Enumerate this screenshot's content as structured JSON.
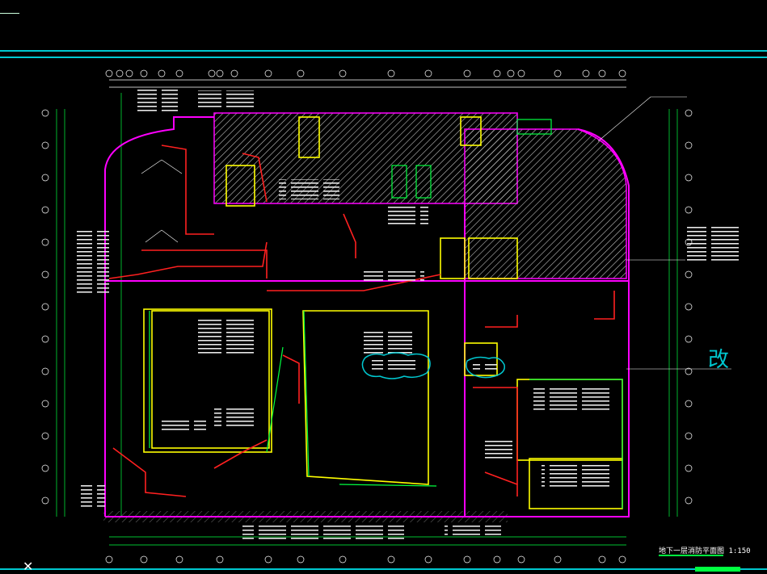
{
  "app": {
    "window": "CAD drawing viewport"
  },
  "drawing": {
    "revision_mark": "改",
    "title": "地下一层消防平面图",
    "scale": "1:150",
    "ucs_icon": "✕"
  },
  "colors": {
    "background": "#000000",
    "frame": "#00c8d0",
    "wall": "#ff00ff",
    "structure": "#ffff00",
    "green_lines": "#00ff40",
    "red_lines": "#ff2020",
    "text": "#ffffff",
    "hatch": "#c8c8c8"
  }
}
